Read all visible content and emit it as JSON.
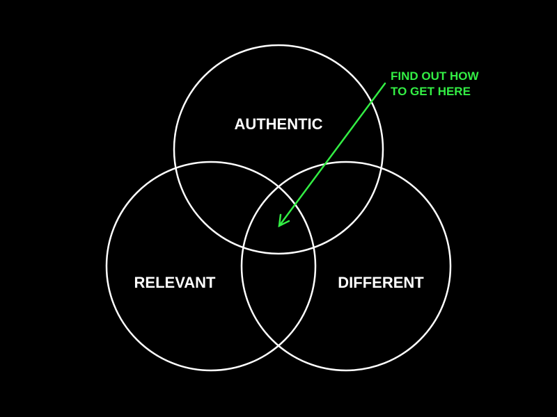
{
  "diagram": {
    "circles": {
      "top": {
        "label": "AUTHENTIC"
      },
      "left": {
        "label": "RELEVANT"
      },
      "right": {
        "label": "DIFFERENT"
      }
    },
    "annotation": {
      "line1": "FIND OUT HOW",
      "line2": "TO GET HERE"
    }
  },
  "colors": {
    "background": "#000000",
    "circle_stroke": "#ffffff",
    "label_text": "#ffffff",
    "accent": "#33ee44"
  }
}
